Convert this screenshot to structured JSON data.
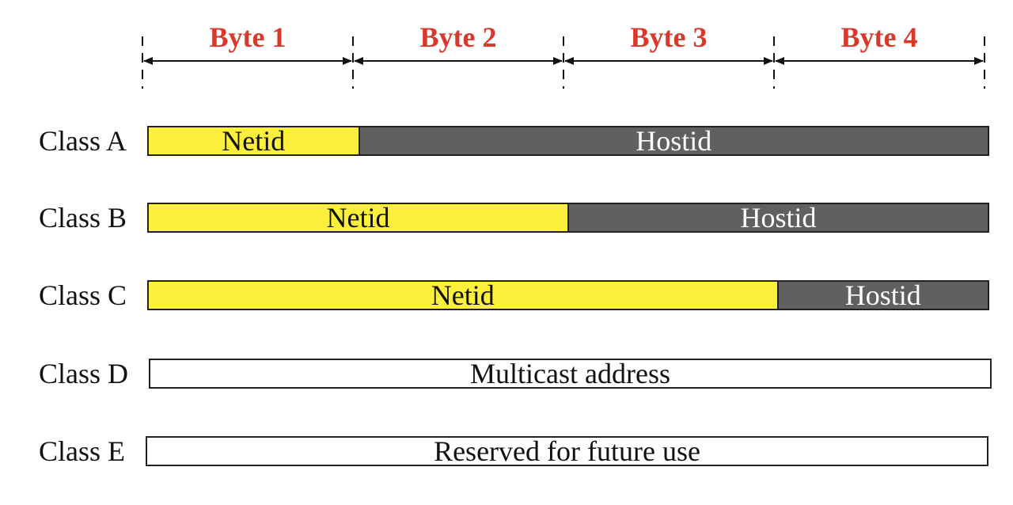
{
  "colors": {
    "byte_label": "#d9382b",
    "netid_fill": "#fdf03d",
    "hostid_fill": "#606062",
    "hostid_text": "#ffffff",
    "outline": "#222222"
  },
  "bytes": [
    "Byte 1",
    "Byte 2",
    "Byte 3",
    "Byte 4"
  ],
  "classes": [
    {
      "label": "Class A",
      "segments": [
        {
          "text": "Netid",
          "kind": "netid",
          "bytes": 1
        },
        {
          "text": "Hostid",
          "kind": "hostid",
          "bytes": 3
        }
      ]
    },
    {
      "label": "Class B",
      "segments": [
        {
          "text": "Netid",
          "kind": "netid",
          "bytes": 2
        },
        {
          "text": "Hostid",
          "kind": "hostid",
          "bytes": 2
        }
      ]
    },
    {
      "label": "Class C",
      "segments": [
        {
          "text": "Netid",
          "kind": "netid",
          "bytes": 3
        },
        {
          "text": "Hostid",
          "kind": "hostid",
          "bytes": 1
        }
      ]
    },
    {
      "label": "Class D",
      "segments": [
        {
          "text": "Multicast address",
          "kind": "plain",
          "bytes": 4
        }
      ]
    },
    {
      "label": "Class E",
      "segments": [
        {
          "text": "Reserved for future use",
          "kind": "plain",
          "bytes": 4
        }
      ]
    }
  ]
}
